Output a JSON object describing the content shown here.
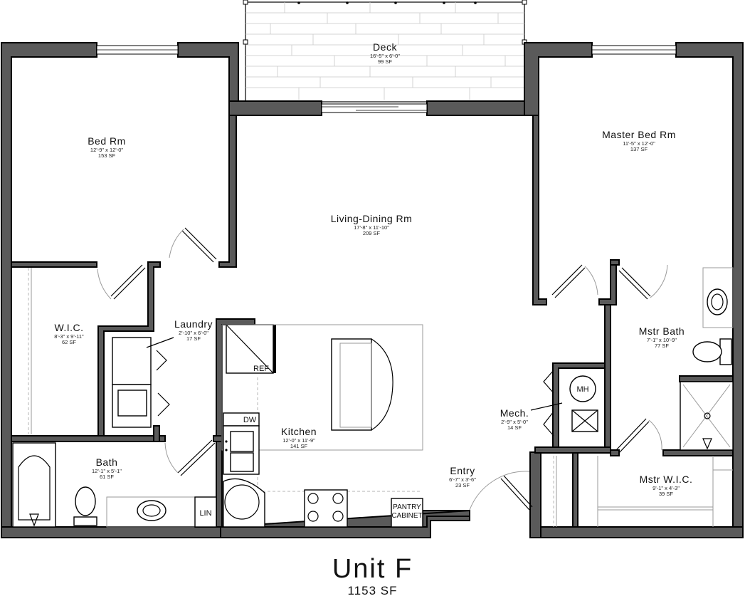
{
  "unit": {
    "title": "Unit F",
    "area": "1153 SF"
  },
  "rooms": {
    "deck": {
      "name": "Deck",
      "dims": "16'-5\" x 6'-0\"",
      "area": "99 SF"
    },
    "bed": {
      "name": "Bed Rm",
      "dims": "12'-9\" x 12'-0\"",
      "area": "153 SF"
    },
    "master_bed": {
      "name": "Master Bed Rm",
      "dims": "11'-5\" x 12'-0\"",
      "area": "137 SF"
    },
    "living": {
      "name": "Living-Dining Rm",
      "dims": "17'-8\" x 11'-10\"",
      "area": "209 SF"
    },
    "wic": {
      "name": "W.I.C.",
      "dims": "8'-3\" x 9'-11\"",
      "area": "62 SF"
    },
    "laundry": {
      "name": "Laundry",
      "dims": "2'-10\" x 6'-0\"",
      "area": "17 SF"
    },
    "mstr_bath": {
      "name": "Mstr Bath",
      "dims": "7'-1\" x 10'-9\"",
      "area": "77 SF"
    },
    "mech": {
      "name": "Mech.",
      "dims": "2'-9\" x 5'-0\"",
      "area": "14 SF"
    },
    "kitchen": {
      "name": "Kitchen",
      "dims": "12'-0\" x 11'-9\"",
      "area": "141 SF"
    },
    "bath": {
      "name": "Bath",
      "dims": "12'-1\" x 5'-1\"",
      "area": "61 SF"
    },
    "entry": {
      "name": "Entry",
      "dims": "6'-7\" x 3'-6\"",
      "area": "23 SF"
    },
    "mstr_wic": {
      "name": "Mstr W.I.C.",
      "dims": "9'-1\" x 4'-3\"",
      "area": "39 SF"
    }
  },
  "labels": {
    "ref": "REF",
    "dw": "DW",
    "mh": "MH",
    "lin": "LIN",
    "pantry_line1": "PANTRY",
    "pantry_line2": "CABINET"
  }
}
